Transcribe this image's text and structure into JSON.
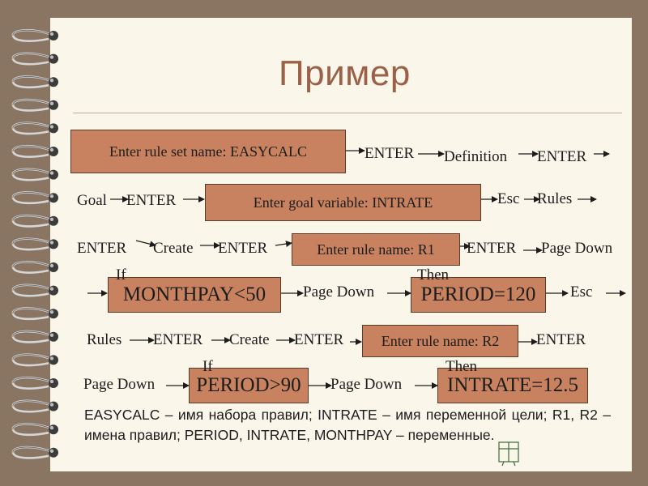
{
  "title": "Пример",
  "boxes": {
    "rule_set": "Enter rule set name: EASYCALC",
    "goal_var": "Enter goal variable: INTRATE",
    "rule_r1": "Enter rule name: R1",
    "if1": "MONTHPAY<50",
    "then1": "PERIOD=120",
    "rule_r2": "Enter rule name: R2",
    "if2": "PERIOD>90",
    "then2": "INTRATE=12.5"
  },
  "row1": {
    "enter1": "ENTER",
    "definition": "Definition",
    "enter2": "ENTER"
  },
  "row2": {
    "goal": "Goal",
    "enter": "ENTER",
    "esc": "Esc",
    "rules": "Rules"
  },
  "row3": {
    "enter1": "ENTER",
    "create": "Create",
    "enter2": "ENTER",
    "enter3": "ENTER",
    "page_down": "Page Down"
  },
  "row4": {
    "if": "If",
    "page_down": "Page Down",
    "then": "Then",
    "esc": "Esc"
  },
  "row5": {
    "rules": "Rules",
    "enter1": "ENTER",
    "create": "Create",
    "enter2": "ENTER",
    "enter3": "ENTER"
  },
  "row6": {
    "if": "If",
    "page_down1": "Page Down",
    "page_down2": "Page Down",
    "then": "Then"
  },
  "note": "EASYCALC – имя набора правил; INTRATE – имя переменной цели; R1, R2 – имена правил; PERIOD, INTRATE, MONTHPAY – переменные.",
  "colors": {
    "box": "#c8825f",
    "title": "#9b6148",
    "page": "#fbf6ea",
    "background": "#8a7462"
  }
}
